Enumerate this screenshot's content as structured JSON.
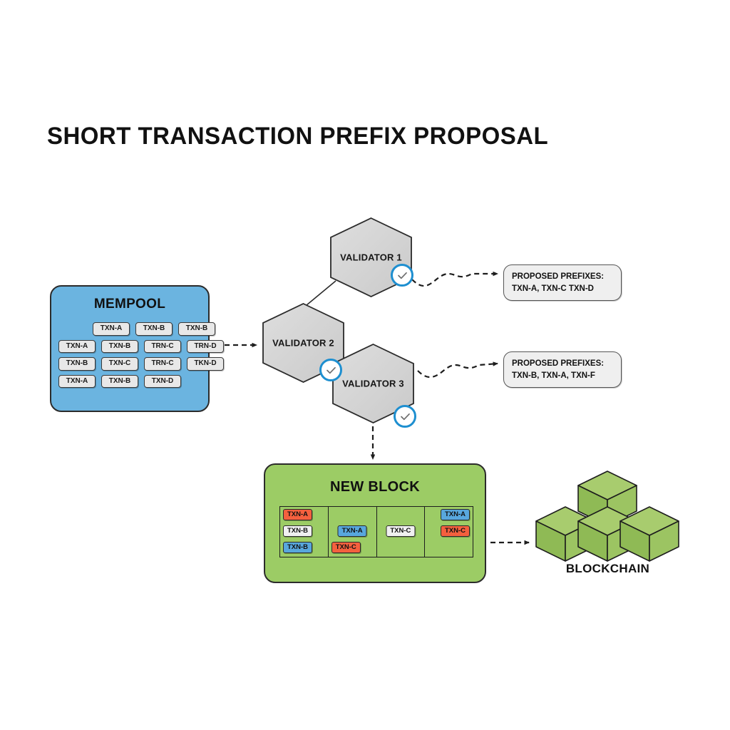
{
  "title": "SHORT TRANSACTION PREFIX PROPOSAL",
  "colors": {
    "mempool_blue": "#6bb4e0",
    "block_green": "#9ccc65",
    "validator_gray": "#d4d4d4",
    "badge_blue": "#1e8fd0",
    "chip_red": "#f4603e",
    "chip_blue": "#58a7dd",
    "chip_white": "#f0f0f0",
    "outline": "#2b2b2b"
  },
  "mempool": {
    "title": "MEMPOOL",
    "rows": [
      {
        "indent": true,
        "chips": [
          "TXN-A",
          "TXN-B",
          "TXN-B"
        ]
      },
      {
        "indent": false,
        "chips": [
          "TXN-A",
          "TXN-B",
          "TRN-C",
          "TRN-D"
        ]
      },
      {
        "indent": false,
        "chips": [
          "TXN-B",
          "TXN-C",
          "TRN-C",
          "TKN-D"
        ]
      },
      {
        "indent": false,
        "chips": [
          "TXN-A",
          "TXN-B",
          "TXN-D"
        ]
      }
    ]
  },
  "validators": [
    {
      "label": "VALIDATOR 1",
      "badge": "check-icon"
    },
    {
      "label": "VALIDATOR 2",
      "badge": "check-icon"
    },
    {
      "label": "VALIDATOR 3",
      "badge": "check-icon"
    }
  ],
  "callouts": [
    {
      "heading": "PROPOSED PREFIXES:",
      "prefixes": "TXN-A, TXN-C TXN-D"
    },
    {
      "heading": "PROPOSED PREFIXES:",
      "prefixes": "TXN-B, TXN-A, TXN-F"
    }
  ],
  "new_block": {
    "title": "NEW BLOCK",
    "cells": [
      {
        "chips": [
          {
            "label": "TXN-A",
            "color": "red",
            "row": "top",
            "align": "left"
          },
          {
            "label": "TXN-B",
            "color": "white",
            "row": "mid",
            "align": "left"
          },
          {
            "label": "TXN-B",
            "color": "blue",
            "row": "bot",
            "align": "left"
          }
        ]
      },
      {
        "chips": [
          {
            "label": "TXN-A",
            "color": "blue",
            "row": "mid",
            "align": "center"
          },
          {
            "label": "TXN-C",
            "color": "red",
            "row": "bot",
            "align": "left"
          }
        ]
      },
      {
        "chips": [
          {
            "label": "TXN-C",
            "color": "white",
            "row": "mid",
            "align": "center"
          }
        ]
      },
      {
        "chips": [
          {
            "label": "TXN-A",
            "color": "blue",
            "row": "top",
            "align": "right"
          },
          {
            "label": "TXN-C",
            "color": "red",
            "row": "mid",
            "align": "right"
          }
        ]
      }
    ]
  },
  "blockchain": {
    "label": "BLOCKCHAIN",
    "cube_count": 4
  },
  "connectors": [
    {
      "name": "mempool-to-validator2",
      "style": "dashed-arrow"
    },
    {
      "name": "validator1-to-callout1",
      "style": "wavy-dashed-arrow"
    },
    {
      "name": "validator2-to-callout2",
      "style": "wavy-dashed-arrow"
    },
    {
      "name": "validator3-to-new-block",
      "style": "dashed-arrow"
    },
    {
      "name": "new-block-to-blockchain",
      "style": "dashed-arrow"
    },
    {
      "name": "validator1-to-validator2",
      "style": "solid-line"
    },
    {
      "name": "validator2-to-validator3",
      "style": "solid-line"
    }
  ]
}
